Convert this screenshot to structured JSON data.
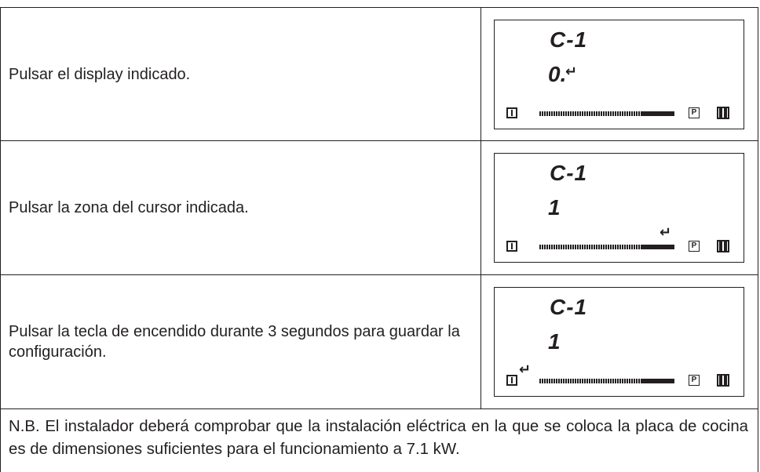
{
  "steps": [
    {
      "text": "Pulsar el display indicado.",
      "display": {
        "code": "C-1",
        "value": "0.",
        "arrow": "↵",
        "arrow_position": "display"
      }
    },
    {
      "text": "Pulsar la zona del cursor indicada.",
      "display": {
        "code": "C-1",
        "value": "1",
        "arrow": "↵",
        "arrow_position": "slider-end"
      }
    },
    {
      "text": "Pulsar la tecla de encendido durante 3 segundos para guardar la configuración.",
      "display": {
        "code": "C-1",
        "value": "1",
        "arrow": "↵",
        "arrow_position": "power-key"
      }
    }
  ],
  "display_keys": {
    "power_icon": "power-key-icon",
    "p_label": "P",
    "pause_icon": "pause-key-icon"
  },
  "slider": {
    "level": 0.25
  },
  "note": "N.B. El instalador deberá comprobar que la instalación eléctrica en la que se coloca la placa de cocina es de dimensiones suficientes para el funcionamiento a 7.1 kW."
}
